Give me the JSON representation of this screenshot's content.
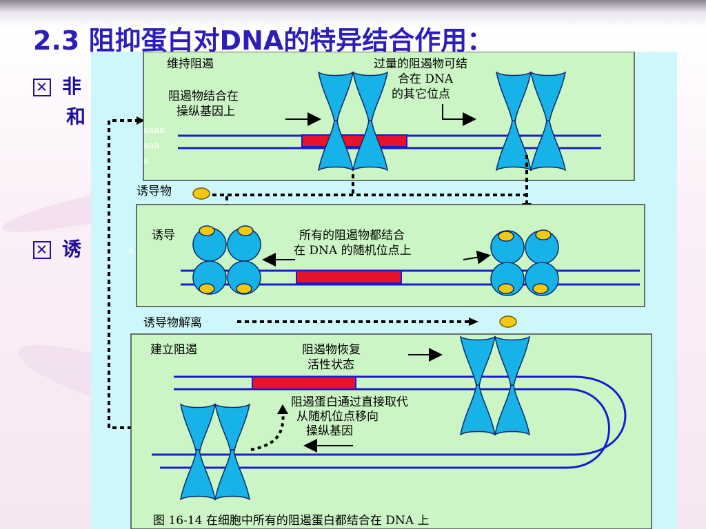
{
  "slide": {
    "title": "2.3 阻抑蛋白对DNA的特异结合作用：",
    "bullets": [
      {
        "line1": "非",
        "line2": "和"
      },
      {
        "line1": "诱",
        "line2": ""
      }
    ]
  },
  "figure": {
    "panel1": {
      "label_maintain": "维持阻遏",
      "label_excess_1": "过量的阻遏物可结",
      "label_excess_2": "合在 DNA",
      "label_excess_3": "的其它位点",
      "label_bind_1": "阻遏物结合在",
      "label_bind_2": "操纵基因上"
    },
    "inducer_label": "诱导物",
    "panel2": {
      "label_induce": "诱导",
      "label_random_1": "所有的阻遏物都结合",
      "label_random_2": "在 DNA 的随机位点上"
    },
    "inducer_release_label": "诱导物解离",
    "panel3": {
      "label_establish": "建立阻遏",
      "label_recover_1": "阻遏物恢复",
      "label_recover_2": "活性状态",
      "label_move_1": "阻遏蛋白通过直接取代",
      "label_move_2": "从随机位点移向",
      "label_move_3": "操纵基因"
    },
    "caption": "图 16-14  在细胞中所有的阻遏蛋白都结合在 DNA 上",
    "stray_1": "aaaa",
    "stray_2": "aaa",
    "stray_3": "a",
    "colors": {
      "panel": "#ccf5c5",
      "dna": "#1a1ad0",
      "operator": "#e6132a",
      "repressor": "#16b2e8",
      "inducer": "#f2c811"
    }
  }
}
